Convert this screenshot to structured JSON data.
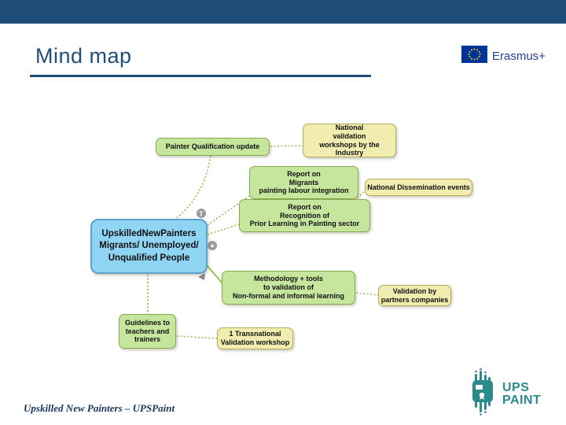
{
  "slide": {
    "title": "Mind map",
    "footer_text": "Upskilled New Painters – UPSPaint"
  },
  "header": {
    "erasmus_label": "Erasmus+"
  },
  "footer_logo": {
    "line1": "UPS",
    "line2": "PAINT"
  },
  "colors": {
    "top_bar": "#1F4E7A",
    "title": "#1F4E79",
    "green_fill": "#C5E69C",
    "green_border": "#86AA4F",
    "yellow_fill": "#F1ECB0",
    "yellow_border": "#B5AB58",
    "blue_fill": "#90D4F3",
    "blue_border": "#5BA3C9",
    "connector_dotted": "#A3A94E",
    "connector_solid": "#8CC63F",
    "eu_flag_blue": "#003399",
    "eu_star_yellow": "#FFCC00",
    "upspaint_teal": "#2B8A8C",
    "footer_text": "#17365D"
  },
  "mindmap": {
    "central": {
      "label": "UpskilledNewPainters\nMigrants/ Unemployed/\nUnqualified People"
    },
    "nodes": [
      {
        "id": "painter-qualification",
        "label": "Painter Qualification update"
      },
      {
        "id": "national-validation-workshops",
        "label": "National\nvalidation\nworkshops by the Industry"
      },
      {
        "id": "report-migrants",
        "label": "Report on\nMigrants\npainting labour integration"
      },
      {
        "id": "national-dissemination",
        "label": "National Dissemination events"
      },
      {
        "id": "report-recognition",
        "label": "Report on\nRecognition of\nPrior Learning in Painting sector"
      },
      {
        "id": "methodology-tools",
        "label": "Methodology + tools\nto validation of\nNon-formal and informal learning"
      },
      {
        "id": "validation-partners",
        "label": "Validation by\npartners companies"
      },
      {
        "id": "guidelines-teachers",
        "label": "Guidelines to\nteachers and\ntrainers"
      },
      {
        "id": "transnational-workshop",
        "label": "1 Transnational\nValidation workshop"
      }
    ],
    "icons": {
      "tag_glyph": "T",
      "add_glyph": "+"
    }
  }
}
